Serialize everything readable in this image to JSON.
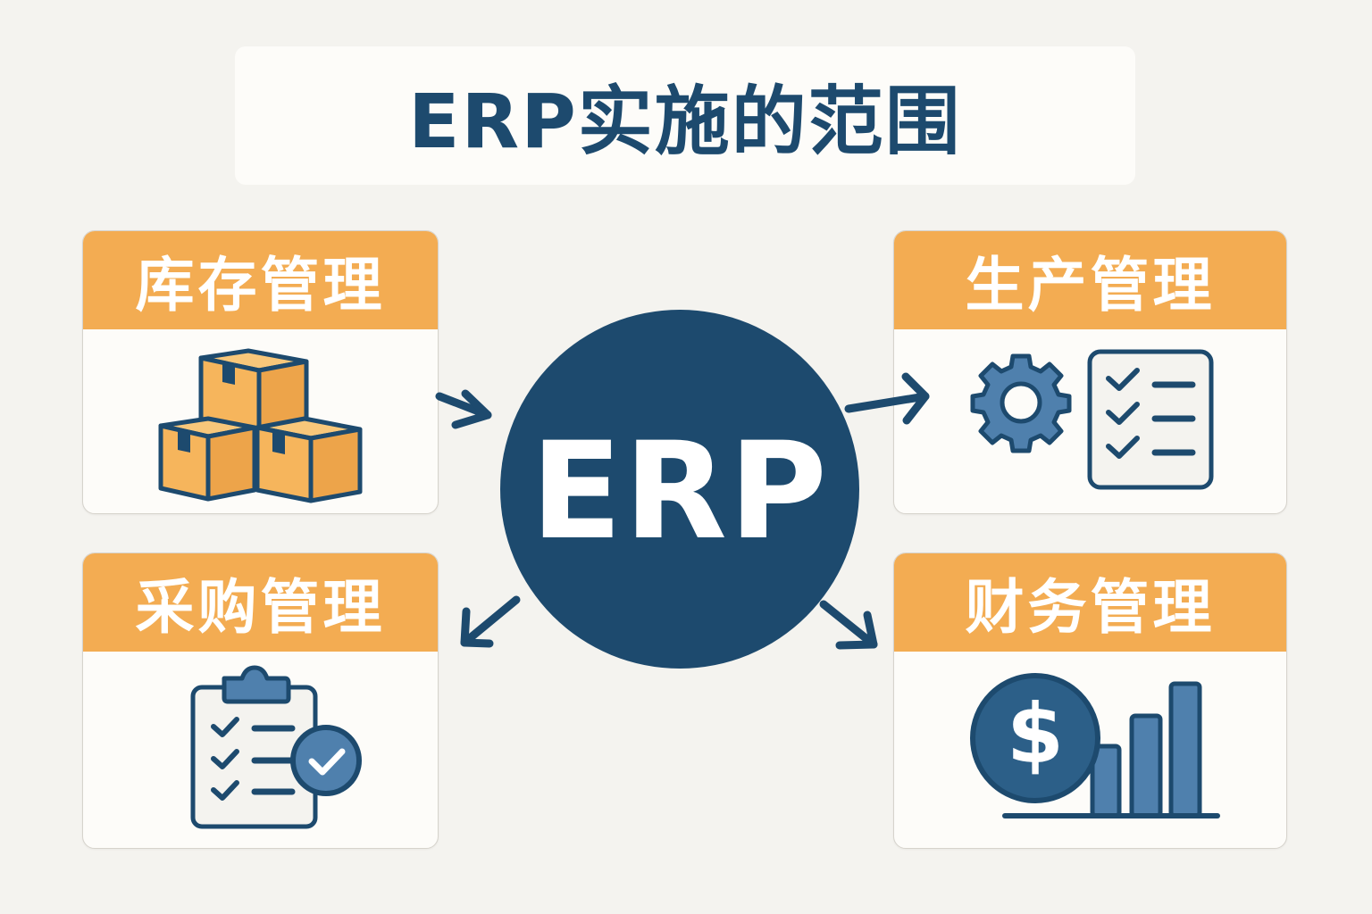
{
  "title": "ERP实施的范围",
  "hub": {
    "label": "ERP"
  },
  "modules": [
    {
      "label": "库存管理",
      "icon": "boxes-icon"
    },
    {
      "label": "生产管理",
      "icon": "gear-checklist-icon"
    },
    {
      "label": "采购管理",
      "icon": "clipboard-check-icon"
    },
    {
      "label": "财务管理",
      "icon": "dollar-bar-chart-icon"
    }
  ],
  "colors": {
    "background": "#f4f3ef",
    "navy": "#1d4a6e",
    "orange": "#f3ac52",
    "box_fill": "#f6b55c",
    "icon_blue": "#4f80ad",
    "card_bg": "#fdfcf9"
  }
}
